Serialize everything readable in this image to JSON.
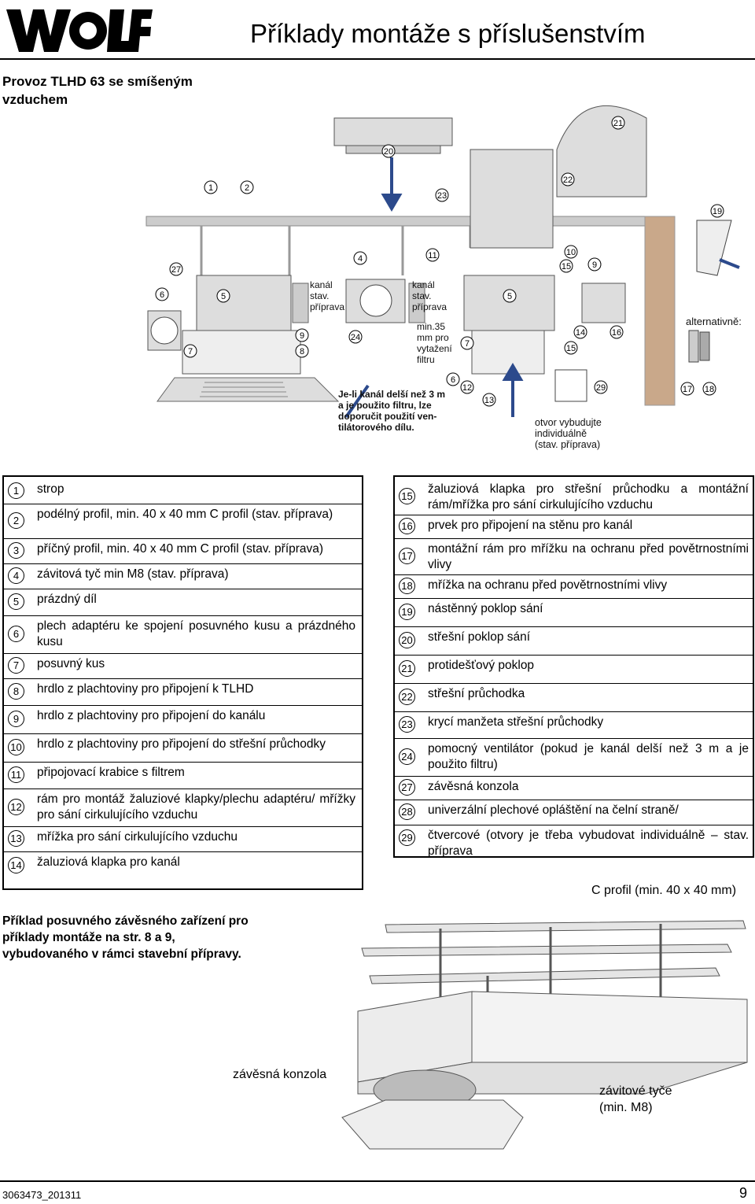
{
  "header": {
    "brand": "WOLF",
    "title": "Příklady montáže s příslušenstvím"
  },
  "section_title": "Provoz TLHD 63 se smíšeným vzduchem",
  "diagram": {
    "labels": {
      "kanal1": "kanál\nstav.\npříprava",
      "kanal2": "kanál\nstav.\npříprava",
      "min35": "min.35\nmm pro\nvytažení\nfiltru",
      "alternativne": "alternativně:",
      "note": "Je-li kanál delší než 3 m\na je použito filtru, lze\ndoporučit použití ven-\ntilátorového dílu.",
      "otvor": "otvor vybudujte\nindividuálně\n(stav. příprava)"
    },
    "callouts": [
      "1",
      "2",
      "4",
      "5",
      "6",
      "7",
      "8",
      "9",
      "10",
      "11",
      "12",
      "13",
      "14",
      "15",
      "16",
      "17",
      "18",
      "19",
      "20",
      "21",
      "22",
      "23",
      "24",
      "27",
      "29"
    ]
  },
  "legend_left": [
    {
      "num": "1",
      "text": "strop"
    },
    {
      "num": "2",
      "text": "podélný profil, min. 40 x 40 mm C profil (stav. příprava)"
    },
    {
      "num": "3",
      "text": "příčný profil, min. 40 x 40 mm C profil (stav. příprava)"
    },
    {
      "num": "4",
      "text": "závitová tyč min M8 (stav. příprava)"
    },
    {
      "num": "5",
      "text": "prázdný díl"
    },
    {
      "num": "6",
      "text": "plech adaptéru ke spojení posuvného kusu a prázdného kusu"
    },
    {
      "num": "7",
      "text": "posuvný kus"
    },
    {
      "num": "8",
      "text": "hrdlo z plachtoviny pro připojení k TLHD"
    },
    {
      "num": "9",
      "text": "hrdlo z plachtoviny pro připojení do kanálu"
    },
    {
      "num": "10",
      "text": "hrdlo z plachtoviny pro připojení do střešní průchodky"
    },
    {
      "num": "11",
      "text": "připojovací krabice s filtrem"
    },
    {
      "num": "12",
      "text": "rám pro montáž žaluziové klapky/plechu adaptéru/ mřížky pro sání cirkulujícího vzduchu"
    },
    {
      "num": "13",
      "text": "mřížka pro sání cirkulujícího vzduchu"
    },
    {
      "num": "14",
      "text": "žaluziová klapka pro kanál"
    }
  ],
  "legend_right": [
    {
      "num": "15",
      "text": "žaluziová klapka pro střešní průchodku a montážní rám/mřížka pro sání cirkulujícího vzduchu"
    },
    {
      "num": "16",
      "text": "prvek pro připojení na stěnu pro kanál"
    },
    {
      "num": "17",
      "text": "montážní rám pro mřížku na ochranu před povětrnostními vlivy"
    },
    {
      "num": "18",
      "text": "mřížka na ochranu před povětrnostními vlivy"
    },
    {
      "num": "19",
      "text": "nástěnný poklop sání"
    },
    {
      "num": "20",
      "text": "střešní poklop sání"
    },
    {
      "num": "21",
      "text": "protidešťový poklop"
    },
    {
      "num": "22",
      "text": "střešní průchodka"
    },
    {
      "num": "23",
      "text": "krycí manžeta střešní průchodky"
    },
    {
      "num": "24",
      "text": "pomocný ventilátor (pokud je kanál delší než 3 m a je použito filtru)"
    },
    {
      "num": "27",
      "text": "závěsná konzola"
    },
    {
      "num": "28",
      "text": "univerzální plechové opláštění na čelní straně/"
    },
    {
      "num": "29",
      "text": "čtvercové (otvory je třeba vybudovat individuálně – stav. příprava"
    }
  ],
  "second_caption": "Příklad posuvného závěsného zařízení pro příklady montáže na str. 8 a 9, vybudovaného v rámci stavební přípravy.",
  "second_labels": {
    "cprofil": "C profil (min. 40 x 40 mm)",
    "konzola": "závěsná konzola",
    "tyce": "závitové tyče\n(min. M8)"
  },
  "footer": {
    "doc_number": "3063473_201311",
    "page": "9"
  }
}
